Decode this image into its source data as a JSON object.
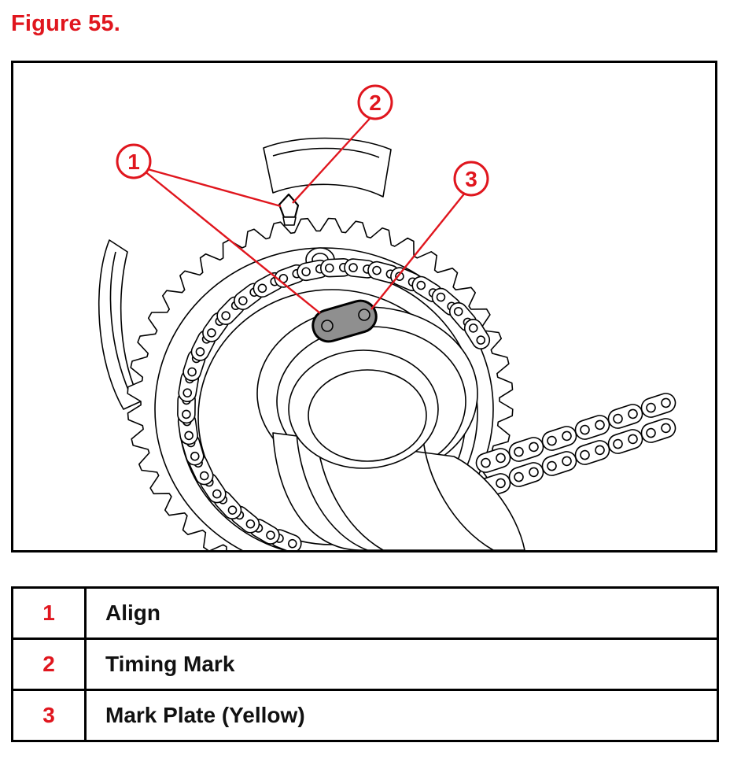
{
  "figure": {
    "title": "Figure 55."
  },
  "callouts": [
    {
      "number": "1",
      "label": "Align"
    },
    {
      "number": "2",
      "label": "Timing Mark"
    },
    {
      "number": "3",
      "label": "Mark Plate (Yellow)"
    }
  ],
  "colors": {
    "accent": "#e0161e",
    "line": "#000000",
    "mark_plate_fill": "#8f8f8f"
  }
}
